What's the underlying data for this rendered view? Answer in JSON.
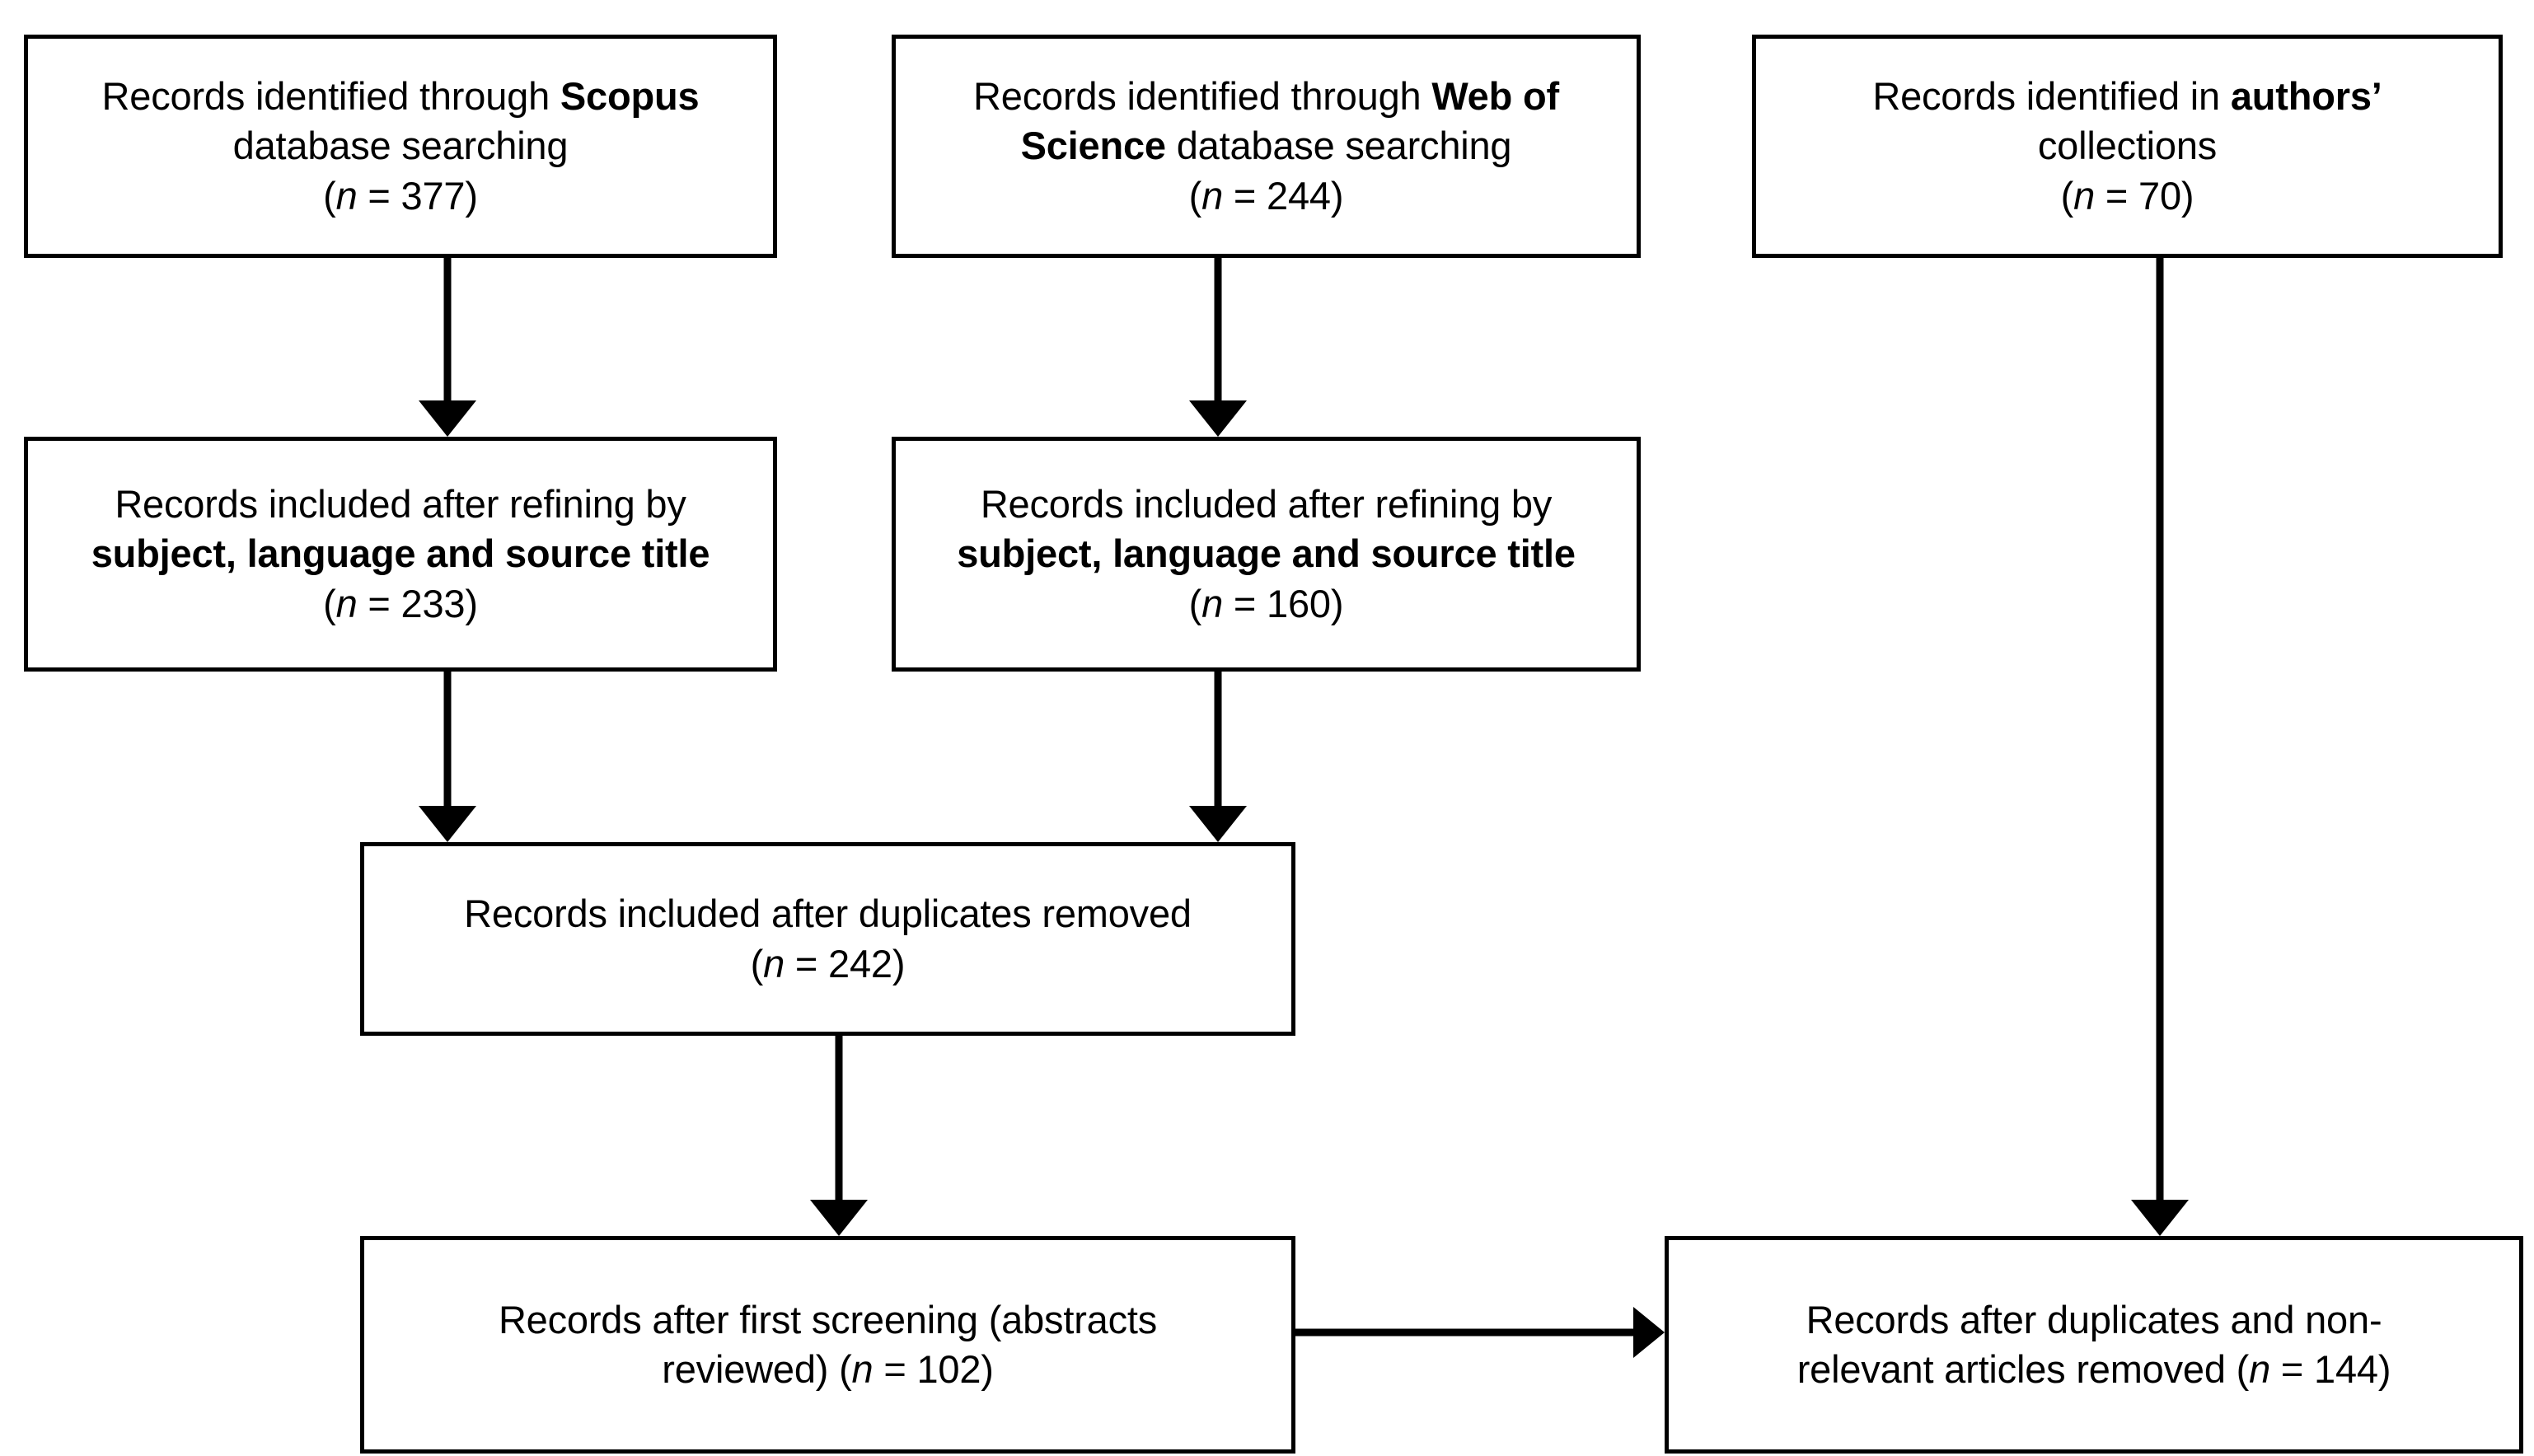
{
  "diagram": {
    "title": "PRISMA records identification and screening flow",
    "type": "flowchart",
    "background_color": "#ffffff",
    "line_color": "#000000",
    "text_color": "#000000"
  },
  "boxes": {
    "scopus": {
      "line1_pre": "Records identified through ",
      "line1_bold": "Scopus",
      "line2": "database searching",
      "count_label": "(",
      "n_italic": "n",
      "n_value": " = 377)"
    },
    "web_of_science": {
      "line1_pre": "Records identified through ",
      "line1_bold": "Web of",
      "line2_bold": "Science",
      "line2_post": " database searching",
      "n_italic": "n",
      "n_value": " = 244)"
    },
    "authors_collections": {
      "line1_pre": "Records identified in ",
      "line1_bold": "authors’",
      "line2": "collections",
      "n_italic": "n",
      "n_value": " = 70)"
    },
    "scopus_refined": {
      "line1": "Records included after refining by",
      "line2_bold": "subject, language and source title",
      "n_italic": "n",
      "n_value": " = 233)"
    },
    "wos_refined": {
      "line1": "Records included after refining by",
      "line2_bold": "subject, language and source title",
      "n_italic": "n",
      "n_value": " = 160)"
    },
    "duplicates_removed": {
      "line1": "Records included after duplicates removed",
      "n_italic": "n",
      "n_value": " = 242)"
    },
    "first_screening": {
      "line1": "Records after first screening (abstracts",
      "line2": "reviewed) (",
      "n_italic": "n",
      "n_value": " = 102)"
    },
    "final_records": {
      "line1": "Records after duplicates and non-",
      "line2": "relevant articles removed (",
      "n_italic": "n",
      "n_value": " = 144)"
    }
  },
  "chart_data": {
    "type": "diagram",
    "title": "PRISMA records identification and screening flow",
    "nodes": [
      {
        "id": "scopus",
        "label": "Records identified through Scopus database searching (n = 377)",
        "n": 377
      },
      {
        "id": "web_of_science",
        "label": "Records identified through Web of Science database searching (n = 244)",
        "n": 244
      },
      {
        "id": "authors_collections",
        "label": "Records identified in authors' collections (n = 70)",
        "n": 70
      },
      {
        "id": "scopus_refined",
        "label": "Records included after refining by subject, language and source title (n = 233)",
        "n": 233
      },
      {
        "id": "wos_refined",
        "label": "Records included after refining by subject, language and source title (n = 160)",
        "n": 160
      },
      {
        "id": "duplicates_removed",
        "label": "Records included after duplicates removed (n = 242)",
        "n": 242
      },
      {
        "id": "first_screening",
        "label": "Records after first screening (abstracts reviewed) (n = 102)",
        "n": 102
      },
      {
        "id": "final_records",
        "label": "Records after duplicates and non-relevant articles removed (n = 144)",
        "n": 144
      }
    ],
    "edges": [
      {
        "from": "scopus",
        "to": "scopus_refined"
      },
      {
        "from": "web_of_science",
        "to": "wos_refined"
      },
      {
        "from": "scopus_refined",
        "to": "duplicates_removed"
      },
      {
        "from": "wos_refined",
        "to": "duplicates_removed"
      },
      {
        "from": "duplicates_removed",
        "to": "first_screening"
      },
      {
        "from": "first_screening",
        "to": "final_records"
      },
      {
        "from": "authors_collections",
        "to": "final_records"
      }
    ]
  }
}
